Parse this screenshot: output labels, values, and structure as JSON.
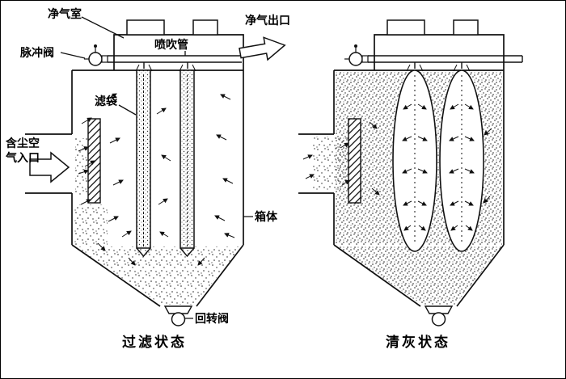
{
  "diagram": {
    "labels": {
      "clean_air_chamber": "净气室",
      "clean_air_outlet": "净气出口",
      "pulse_valve": "脉冲阀",
      "blow_pipe": "喷吹管",
      "filter_bag": "滤袋",
      "dusty_air_inlet": "含尘空\n气入口",
      "housing": "箱体",
      "rotary_valve": "回转阀"
    },
    "captions": {
      "left_state": "过滤状态",
      "right_state": "清灰状态"
    },
    "colors": {
      "ink": "#111111",
      "background": "#ffffff"
    }
  }
}
